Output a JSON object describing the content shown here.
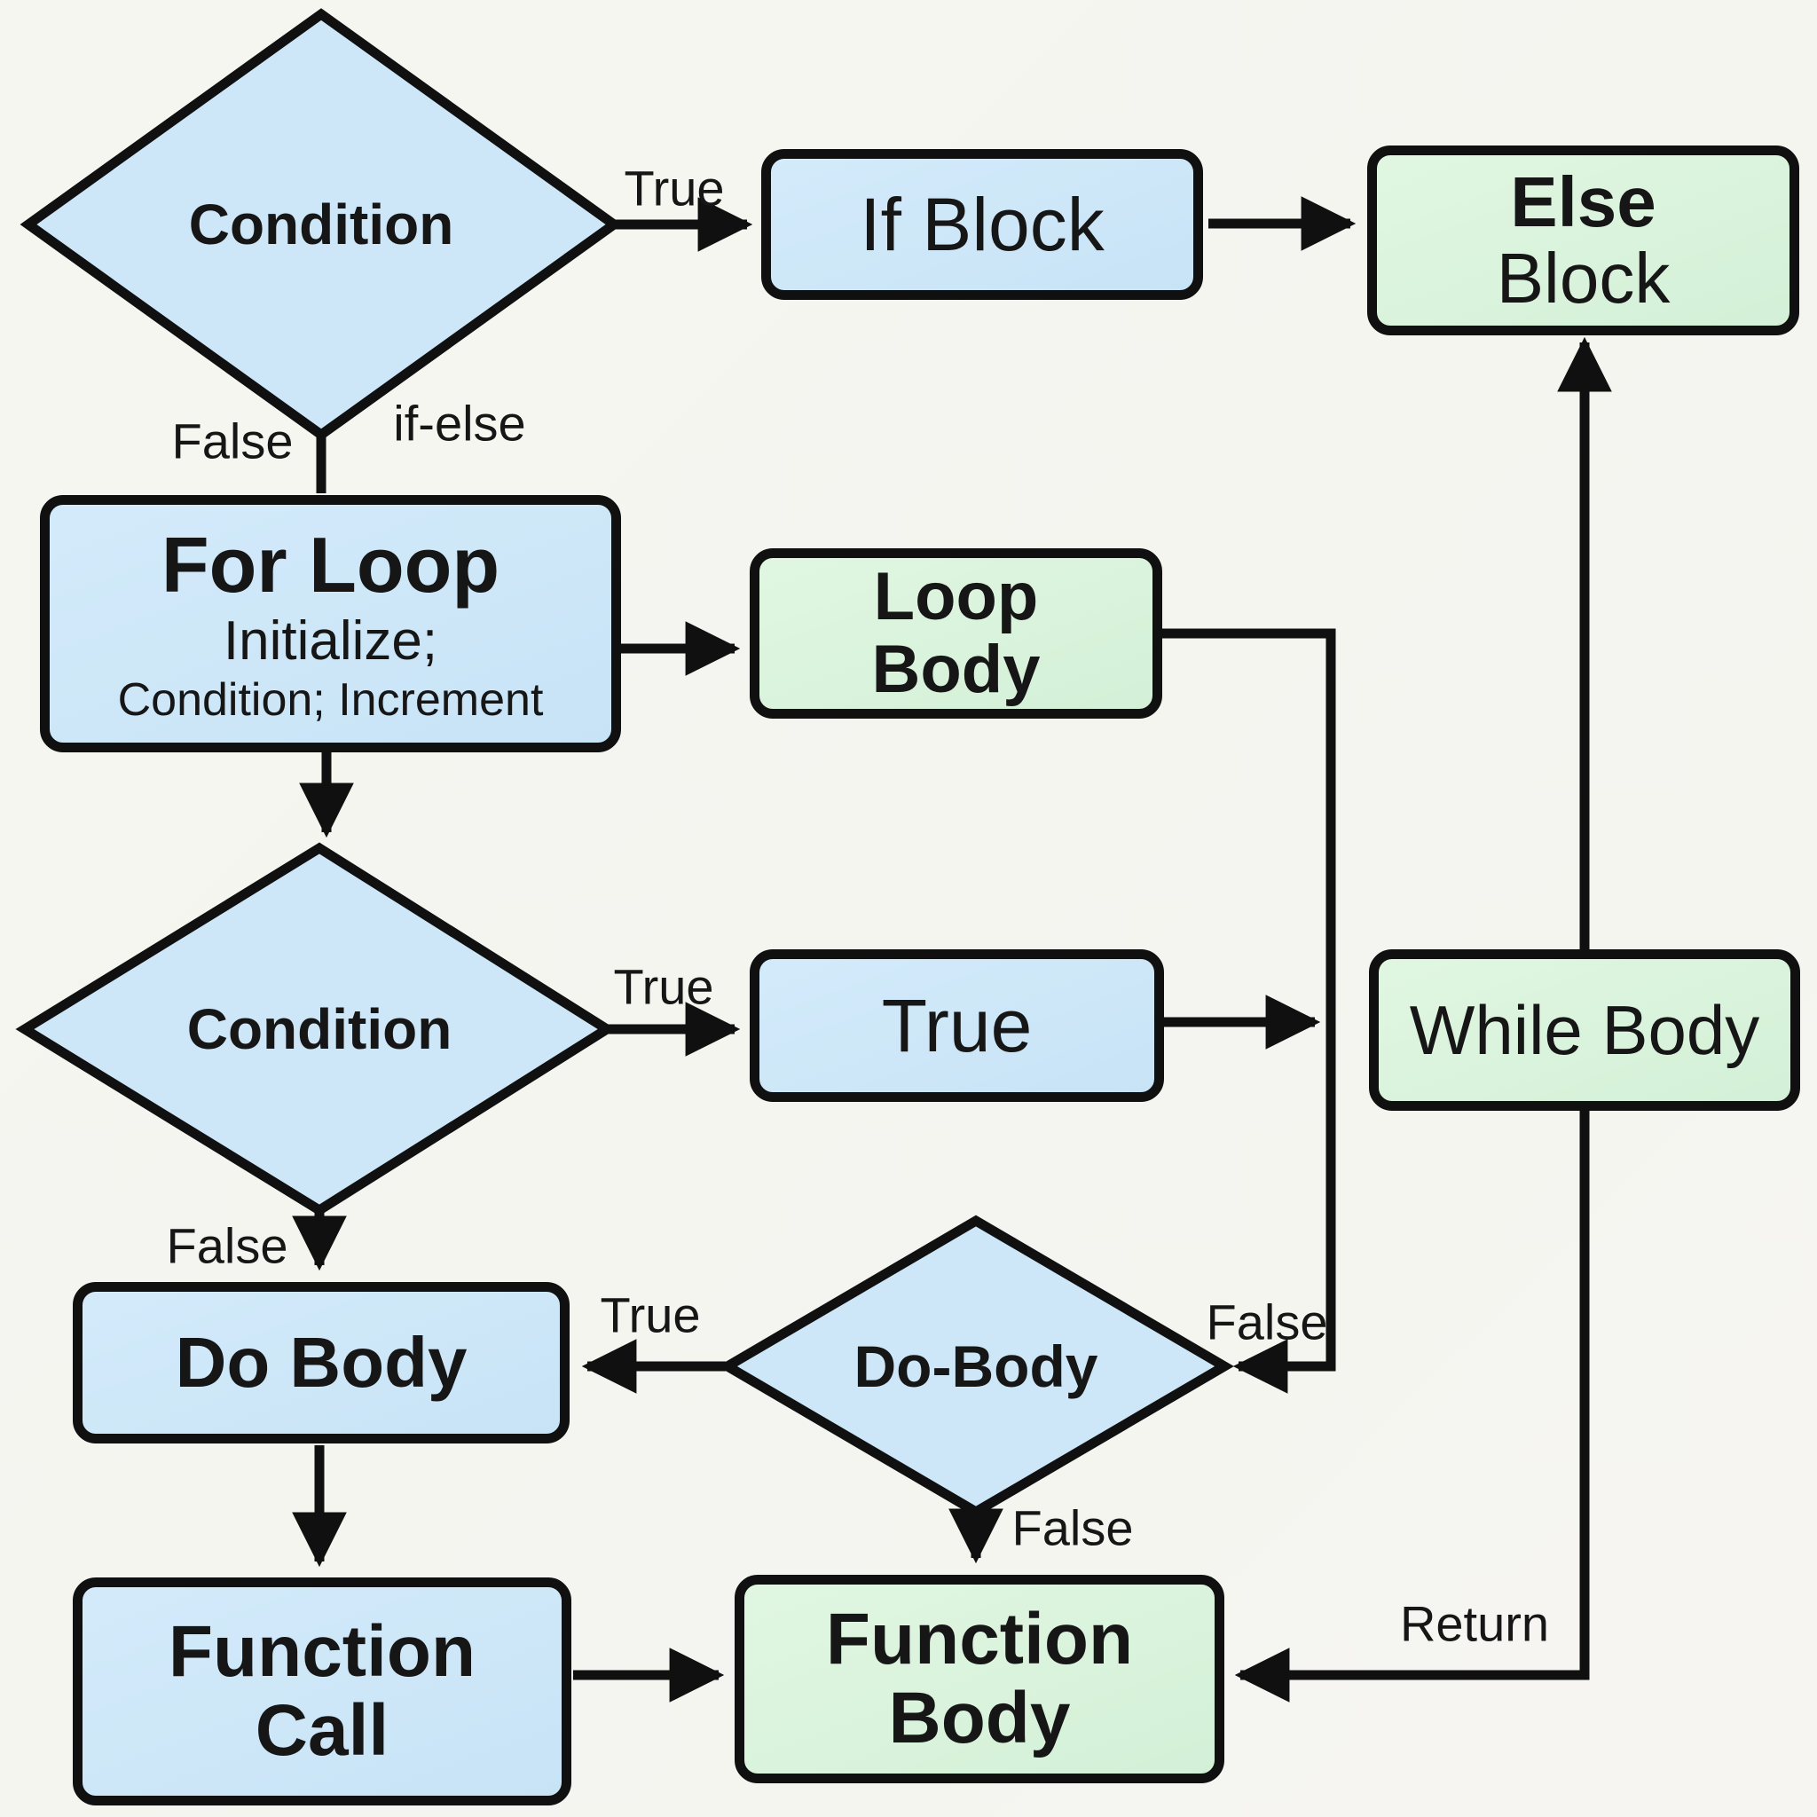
{
  "diagram": {
    "type": "flowchart",
    "topic": "Control flow structures: if-else, for loop, while loop, do-while and function call",
    "colors": {
      "background": "#f5f5f0",
      "decision_fill": "#cde7f8",
      "process_blue_fill": "#cde7f8",
      "process_green_fill": "#daf3dc",
      "line_color": "#101010",
      "text_color": "#161616"
    },
    "nodes": {
      "condition_if": {
        "shape": "diamond",
        "color": "blue",
        "label": "Condition"
      },
      "if_block": {
        "shape": "rect",
        "color": "blue",
        "label": "If Block"
      },
      "else_block": {
        "shape": "rect",
        "color": "green",
        "line1": "Else",
        "line2": "Block"
      },
      "for_loop": {
        "shape": "rect",
        "color": "blue",
        "title": "For Loop",
        "line2": "Initialize;",
        "line3": "Condition; Increment"
      },
      "loop_body": {
        "shape": "rect",
        "color": "green",
        "line1": "Loop",
        "line2": "Body"
      },
      "condition_while": {
        "shape": "diamond",
        "color": "blue",
        "label": "Condition"
      },
      "true_block": {
        "shape": "rect",
        "color": "blue",
        "label": "True"
      },
      "while_body": {
        "shape": "rect",
        "color": "green",
        "label": "While Body"
      },
      "do_body_decision": {
        "shape": "diamond",
        "color": "blue",
        "label": "Do-Body"
      },
      "do_body": {
        "shape": "rect",
        "color": "blue",
        "label": "Do Body"
      },
      "function_call": {
        "shape": "rect",
        "color": "blue",
        "line1": "Function",
        "line2": "Call"
      },
      "function_body": {
        "shape": "rect",
        "color": "green",
        "line1": "Function",
        "line2": "Body"
      }
    },
    "edge_labels": {
      "if_true": "True",
      "if_false": "False",
      "if_else_tag": "if-else",
      "while_true": "True",
      "while_false": "False",
      "do_true": "True",
      "do_false_right": "False",
      "do_false_bottom": "False",
      "return_tag": "Return"
    }
  }
}
